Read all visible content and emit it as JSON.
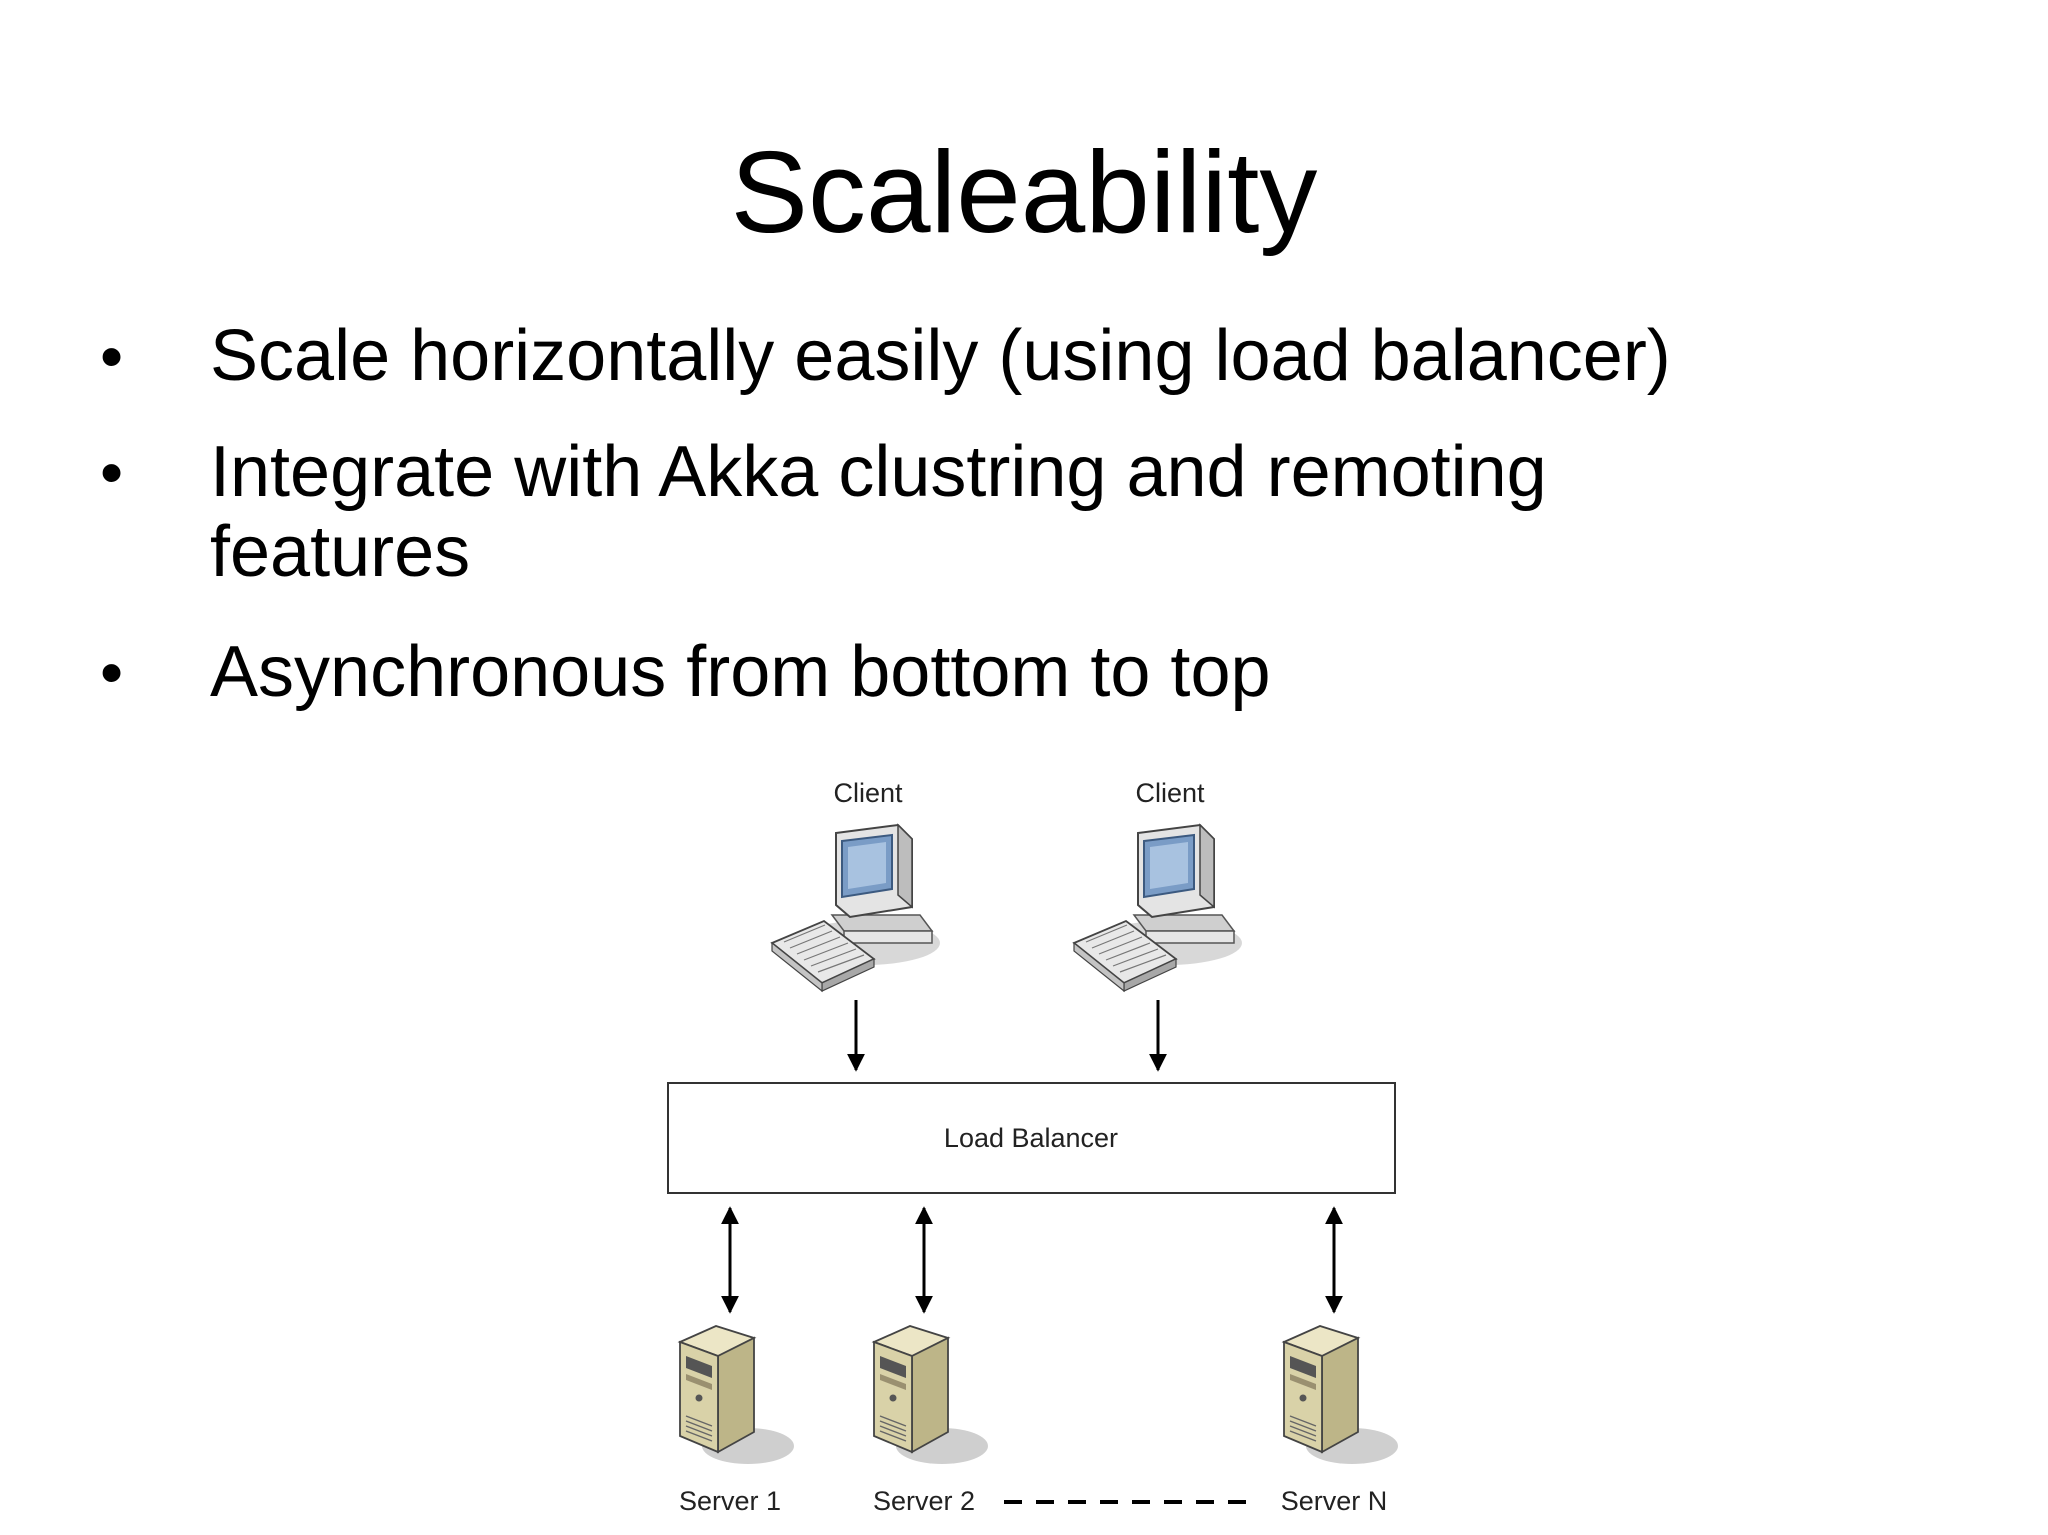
{
  "slide": {
    "title": "Scaleability",
    "bullets": [
      {
        "lines": [
          "Scale horizontally easily (using load balancer)"
        ]
      },
      {
        "lines": [
          "Integrate with Akka clustring and remoting",
          "features"
        ]
      },
      {
        "lines": [
          "Asynchronous from bottom to top"
        ]
      }
    ],
    "bullet_glyph": "•"
  },
  "diagram": {
    "clients": [
      {
        "label": "Client",
        "icon": "desktop-computer-icon"
      },
      {
        "label": "Client",
        "icon": "desktop-computer-icon"
      }
    ],
    "load_balancer": {
      "label": "Load Balancer"
    },
    "servers": [
      {
        "label": "Server 1",
        "icon": "server-tower-icon"
      },
      {
        "label": "Server 2",
        "icon": "server-tower-icon"
      },
      {
        "label": "Server N",
        "icon": "server-tower-icon"
      }
    ],
    "colors": {
      "server_body": "#d9d2a8",
      "server_shadow": "#bfbfbf",
      "monitor_body": "#dcdcdc",
      "monitor_screen": "#7a9cc6"
    }
  }
}
